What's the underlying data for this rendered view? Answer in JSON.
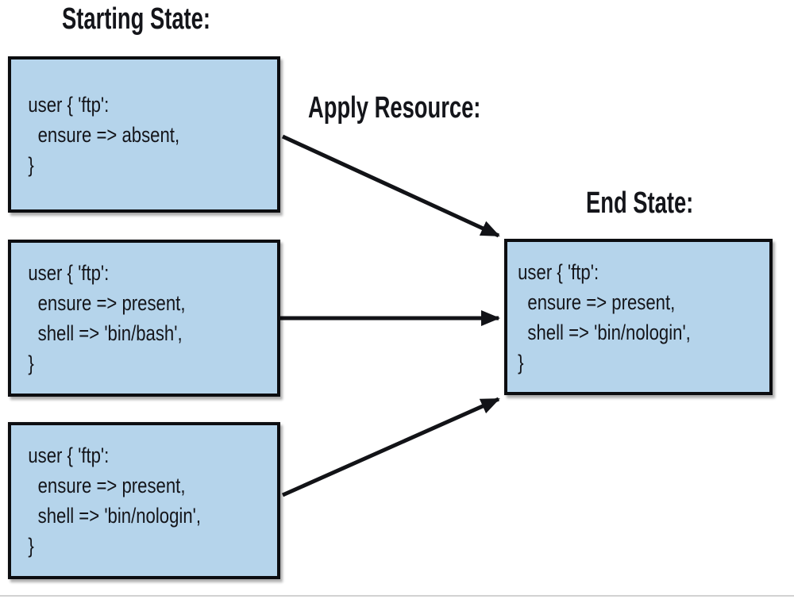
{
  "diagram": {
    "headings": {
      "starting_state": "Starting State:",
      "apply_resource": "Apply Resource:",
      "end_state": "End State:"
    },
    "colors": {
      "box_fill": "#b5d4eb",
      "box_border": "#0c0d10",
      "arrow": "#121317",
      "text": "#14151a",
      "background": "#ffffff"
    },
    "boxes": {
      "starting": [
        {
          "lines": [
            "user { 'ftp':",
            "  ensure => absent,",
            "}"
          ]
        },
        {
          "lines": [
            "user { 'ftp':",
            "  ensure => present,",
            "  shell => 'bin/bash',",
            "}"
          ]
        },
        {
          "lines": [
            "user { 'ftp':",
            "  ensure => present,",
            "  shell => 'bin/nologin',",
            "}"
          ]
        }
      ],
      "end": {
        "lines": [
          "user { 'ftp':",
          "  ensure => present,",
          "  shell => 'bin/nologin',",
          "}"
        ]
      }
    }
  }
}
